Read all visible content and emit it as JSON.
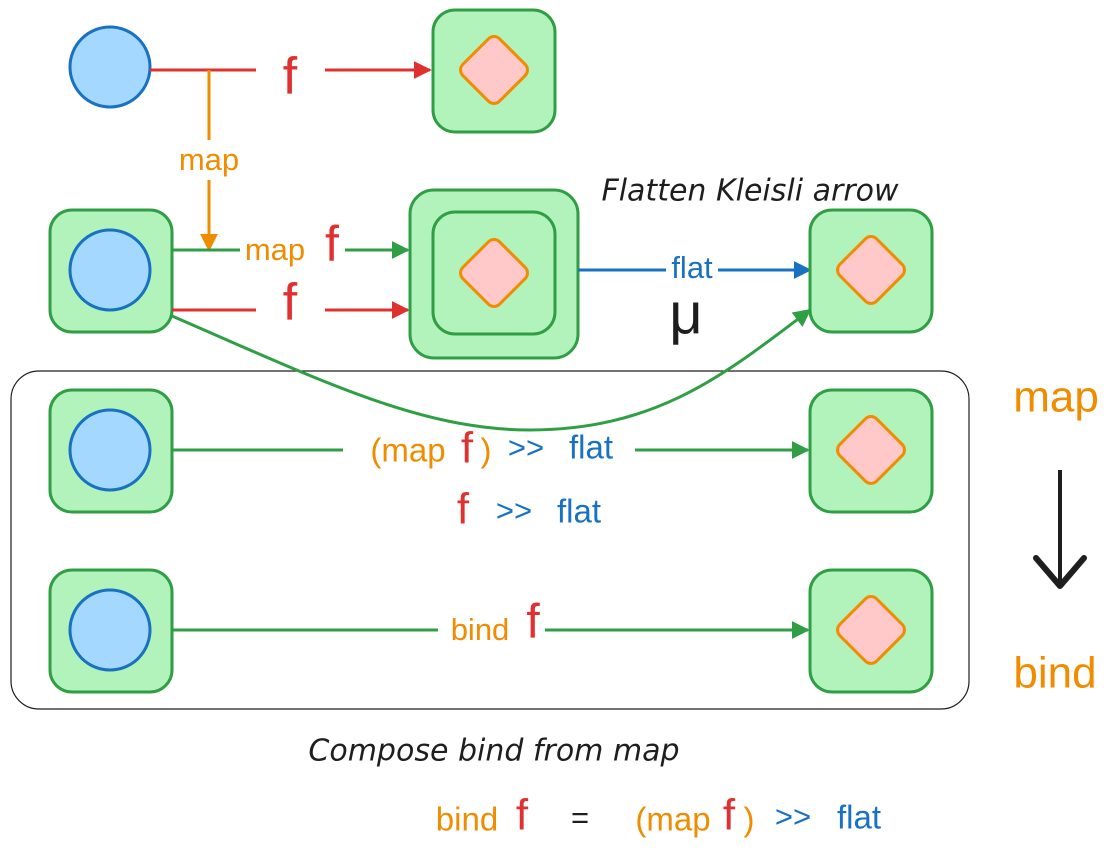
{
  "colors": {
    "red": "#e03131",
    "orange": "#f08c00",
    "green": "#2f9e44",
    "blue": "#1971c2",
    "black": "#1e1e1e",
    "box_fill": "#b2f2bb",
    "circle_fill": "#a5d8ff",
    "diamond_fill": "#ffc9c9"
  },
  "labels": {
    "top_f": "f",
    "map_down": "map",
    "mid_map": "map",
    "mid_map_f": "f",
    "mid_f": "f",
    "flat": "flat",
    "mu": "μ",
    "title_flatten": "Flatten Kleisli arrow",
    "row3_open": "(map",
    "row3_f": "f",
    "row3_close": ")",
    "row3_compose": ">>",
    "row3_flat": "flat",
    "row3b_f": "f",
    "row3b_compose": ">>",
    "row3b_flat": "flat",
    "row4_bind": "bind",
    "row4_f": "f",
    "side_map": "map",
    "side_bind": "bind",
    "side_arrow": "↓",
    "title_compose": "Compose bind from map",
    "formula": {
      "bind": "bind",
      "f1": "f",
      "eq": "=",
      "open": "(map",
      "f2": "f",
      "close": ")",
      "compose": ">>",
      "flat": "flat"
    }
  }
}
